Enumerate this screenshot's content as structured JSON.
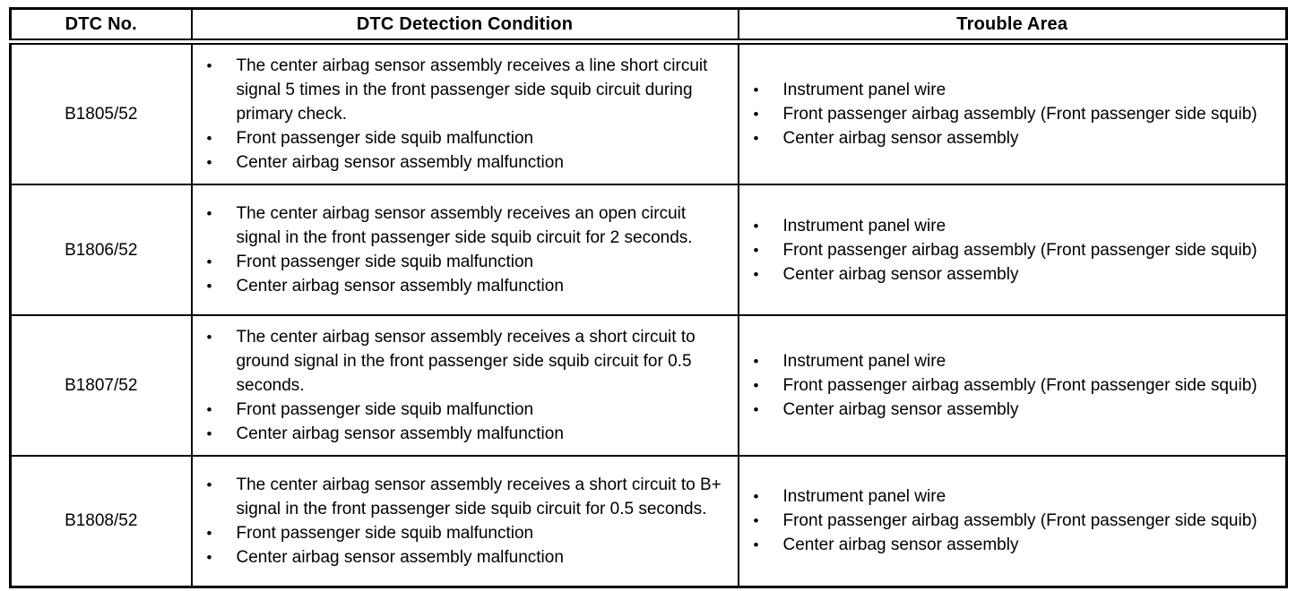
{
  "bullet_glyph": "•",
  "colors": {
    "border": "#000000",
    "text": "#000000",
    "background": "#ffffff"
  },
  "table": {
    "headers": [
      {
        "label": "DTC No."
      },
      {
        "label": "DTC Detection Condition"
      },
      {
        "label": "Trouble Area"
      }
    ],
    "rows": [
      {
        "dtc_no": "B1805/52",
        "detection_conditions": [
          "The center airbag sensor assembly receives a line short circuit signal 5 times in the front passenger side squib circuit during primary check.",
          "Front passenger side squib malfunction",
          "Center airbag sensor assembly malfunction"
        ],
        "trouble_areas": [
          "Instrument panel wire",
          "Front passenger airbag assembly (Front passenger side squib)",
          "Center airbag sensor assembly"
        ]
      },
      {
        "dtc_no": "B1806/52",
        "detection_conditions": [
          "The center airbag sensor assembly receives an open circuit signal in the front passenger side squib circuit for 2 seconds.",
          "Front passenger side squib malfunction",
          "Center airbag sensor assembly malfunction"
        ],
        "trouble_areas": [
          "Instrument panel wire",
          "Front passenger airbag assembly (Front passenger side squib)",
          "Center airbag sensor assembly"
        ]
      },
      {
        "dtc_no": "B1807/52",
        "detection_conditions": [
          "The center airbag sensor assembly receives a short circuit to ground signal in the front passenger side squib circuit for 0.5 seconds.",
          "Front passenger side squib malfunction",
          "Center airbag sensor assembly malfunction"
        ],
        "trouble_areas": [
          "Instrument panel wire",
          "Front passenger airbag assembly (Front passenger side squib)",
          "Center airbag sensor assembly"
        ]
      },
      {
        "dtc_no": "B1808/52",
        "detection_conditions": [
          "The center airbag sensor assembly receives a short circuit to B+ signal in the front passenger side squib circuit for 0.5 seconds.",
          "Front passenger side squib malfunction",
          "Center airbag sensor assembly malfunction"
        ],
        "trouble_areas": [
          "Instrument panel wire",
          "Front passenger airbag assembly (Front passenger side squib)",
          "Center airbag sensor assembly"
        ]
      }
    ]
  }
}
